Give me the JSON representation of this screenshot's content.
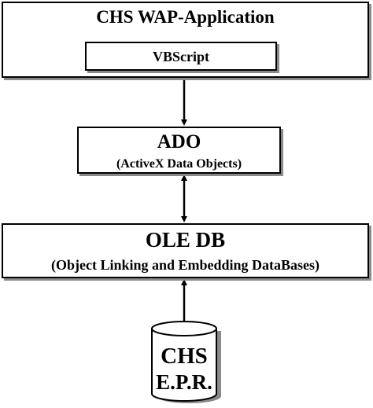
{
  "application": {
    "title": "CHS WAP-Application",
    "script_layer": "VBScript"
  },
  "ado": {
    "title": "ADO",
    "subtitle": "(ActiveX Data Objects)"
  },
  "oledb": {
    "title": "OLE DB",
    "subtitle": "(Object Linking and Embedding DataBases)"
  },
  "database": {
    "line1": "CHS",
    "line2": "E.P.R."
  },
  "colors": {
    "stroke": "#000000",
    "shadow": "#8a8a8a",
    "fill": "#ffffff"
  }
}
